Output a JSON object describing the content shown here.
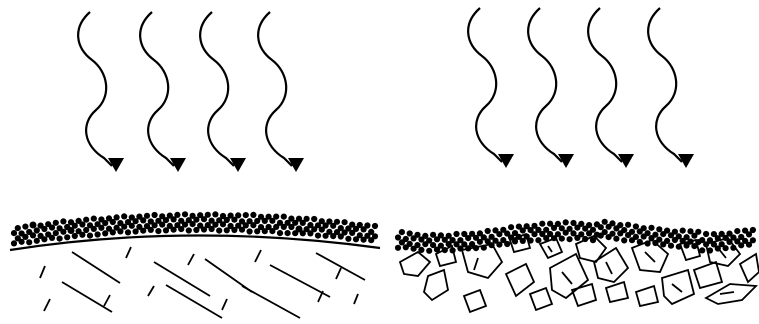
{
  "colors": {
    "background": "#ffffff",
    "stroke": "#000000",
    "particle": "#000000"
  },
  "panels": [
    {
      "id": "left",
      "description_icon": "wavy-arrow-icon",
      "arrow_count": 4,
      "surface_type": "smooth-substrate-with-particle-layer"
    },
    {
      "id": "right",
      "description_icon": "wavy-arrow-icon",
      "arrow_count": 4,
      "surface_type": "rough-substrate-with-grains-and-particle-layer"
    }
  ]
}
